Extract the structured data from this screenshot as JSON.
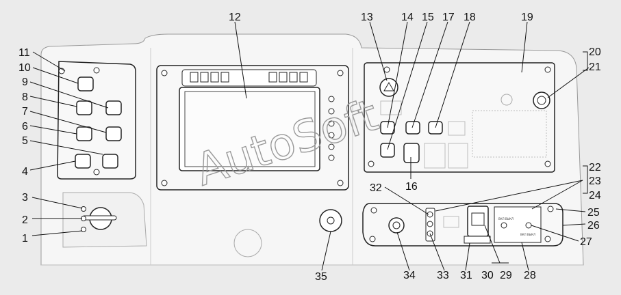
{
  "watermark": "AutoSoft",
  "plate_text": {
    "p1": "ВКЛ ВЫКЛ",
    "p2": "ВКЛ ВЫКЛ"
  },
  "callouts": [
    "1",
    "2",
    "3",
    "4",
    "5",
    "6",
    "7",
    "8",
    "9",
    "10",
    "11",
    "12",
    "13",
    "14",
    "15",
    "16",
    "17",
    "18",
    "19",
    "20",
    "21",
    "22",
    "23",
    "24",
    "25",
    "26",
    "27",
    "28",
    "29",
    "30",
    "31",
    "32",
    "33",
    "34",
    "35"
  ],
  "colors": {
    "background": "#ebebeb",
    "line": "#222222",
    "panel": "#f4f4f4"
  }
}
